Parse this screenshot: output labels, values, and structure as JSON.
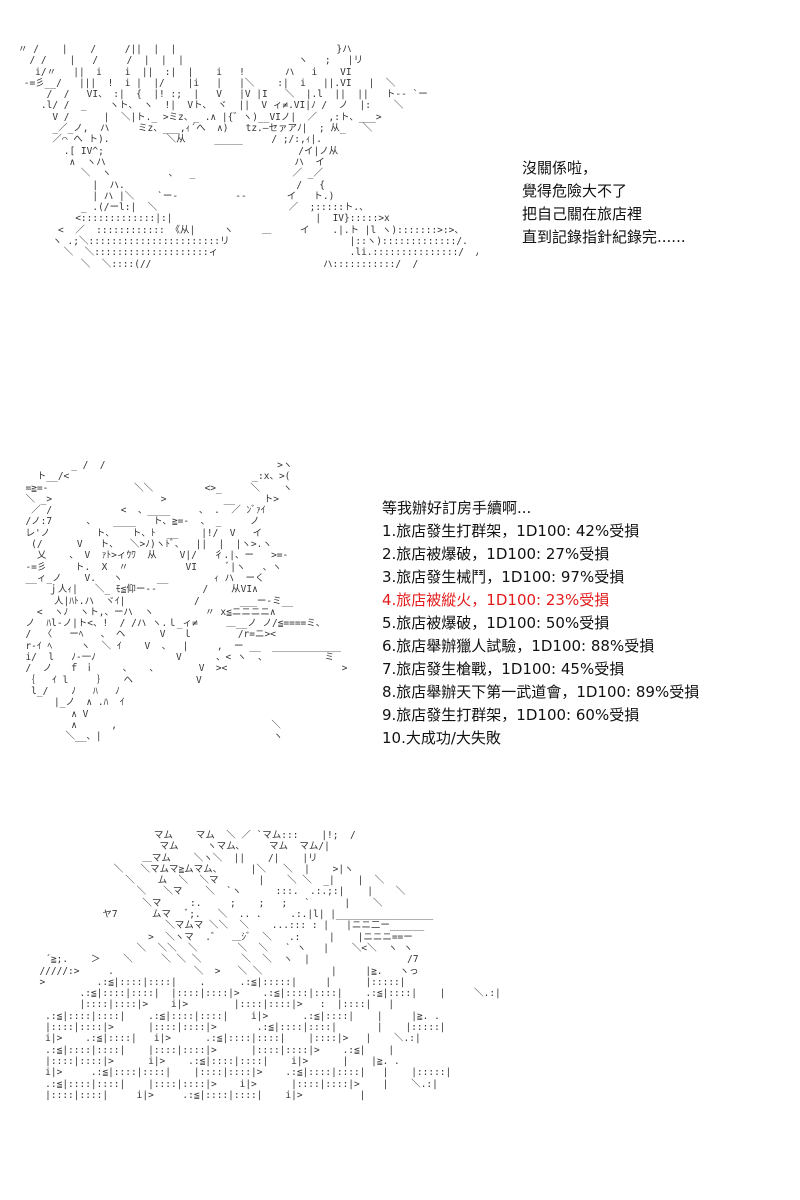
{
  "panel1": {
    "art": "〃 /    |    /     /||  |  |                            }ハ\n  / /    |   /     /  |  |  |                    ヽ   ;   |リ\n   i/〃   ||  i    i  ||  :|  |    i   !       ハ   i    VI\n -=彡__/   |||  !  i |  |/    |i   |   |＼    :|  i   ||.VI   |  ＼\n     /  /   VI、 :|  {  |! :;  |   V   |V |I   ＼  |.l  ||  ||   ト-‐ `ー\n    .l/ /  _    ヽト、 ヽ  !|  Vト、 ヾ  ||  V ィ≠.VI|ﾉ /  ノ  |:    ＼\n      V /      |  ＼|ト._ >ミz、_ .∧ |{゛ヽ)__VIノ|  ／  ,:ト、___>\n      _／_ノ,  ハ     ミz、___,ｨ´へ  ∧)   tz.―セァアﾉ|  ; 从_   ＼\n      ／⌒ へ ト).          ＼从     _____     / ;/:,ｨ|.\n        .[ IV^;                                  /イ|ノ从\n         ∧  ヽハ                                 ハ  イ\n           ＼  ヽ          、  _                 ／ _／\n             |  ハ.                              /   {\n             | ハ |＼    `ー-          ‐‐       イ   ト.)\n           _ .(/ーl:|  ＼                       ／  ;:::::ト.、\n          <:::::::::::::|:|                         |  IV}:::::>x\n       <  ／  :::::::::::: 《从|     ヽ     ＿     イ    .|.ト |l ヽ):::::::>:>、\n      ヽ .;＼:::::::::::::::::::::::リ                     |::ヽ):::::::::::::/.  ／\n        ＼  ＼::::::::::::::::::::ィ                       .li.:::::::::::::::/  /\n           ＼  ＼::::(//                              ハ:::::::::::/  /",
    "speech_lines": [
      "沒關係啦，",
      "覺得危險大不了",
      "把自己關在旅店裡",
      "直到記錄指針紀錄完......"
    ]
  },
  "panel2": {
    "art": "          _ /  /                              >ヽ\n    ト__/<                                _:x、>(\n  =≧=-               ＼＼         <>_     ＼    ヽ\n  ＼ _>                   >          __     ト>\n   ／ /            <  、____     、 .  ／ ﾝﾞｧｲ\n  /ノ:7      、   ____   ト、≧=-  、 _     ノ\n  レ'ノ        ト、   ト、ﾄ  __    |!/  V   イ\n   (/      V   ト、  ＼>ﾉ)ヽﾄﾞ、  ||  |  |ヽ>.ヽ\n    乂    、 V  ｧﾄ>ィｳﾜ  从    V|/   彳.|、ー   >=-\n  -=彡     ト.  X  〃          VI     ﾞ|ヽ   、ヽ\n  __ィ_ノ    V.   ヽ      __        ｨ ハ  ーく\n      ｊ人ｨ|   ＼_ ﾓ≦仰ー‐-        /    从VI∧\n       人|ﾊﾄ.ハ  ヾｲ|            /       ___ー-ミ__\n    <  ヽﾉ  ヽト,、ーハ  ヽ         〃 x≦ニニニニ∧\n  ノ  ﾊl-ノ|ト<、!  / /ハ ヽ.ｌ_ィ≠     ＿__ノ ノ/≦====ミ、\n  /  〈   ーﾍ   、 ヘ      V   ｌ        /r=ニ><\n  r-ｲ ﾍ     ヽ  ＼ ｲ    V  、  |     ,  ー __  ____________\n  i/  l   ﾉ-一ﾉ              V      、< ヽ  、          ミ\n  /  ノ   ｆ ｉ     、   、       V  ><                    >\n  ｛   ｲ l     ｝   ヘ           V\n   l_/    ﾉ   ﾊ   ﾉ\n       |_ノ  ∧ .ﾊ  ｲ\n          ∧ V\n          ∧      ,                           ＼\n         ＼__、|                              ヽ",
    "intro": "等我辦好訂房手續啊...",
    "options": [
      "1.旅店發生打群架，1D100:  42%受損",
      "2.旅店被爆破，1D100:  27%受損",
      "3.旅店發生械鬥，1D100:  97%受損",
      "4.旅店被縱火，1D100:  23%受損",
      "5.旅店被爆破，1D100:  50%受損",
      "6.旅店舉辦獵人試驗，1D100:  88%受損",
      "7.旅店發生槍戰，1D100:  45%受損",
      "8.旅店舉辦天下第一武道會，1D100:  89%受損",
      "9.旅店發生打群架，1D100:  60%受損",
      "10.大成功/大失敗"
    ],
    "highlight_color": "#e31b1b"
  },
  "panel3": {
    "art": "                      マム    マム  ＼ ／ `マム:::    |!;  /\n                       マム     ヽマム､     マム  マム/|\n                    ＿マム    ＼ヽ＼  ||    /|    |リ\n               ＼   ＼マムマ≧ムマム、     |＼   ＼  |    >|ヽ\n                 ＼    ム  ＼  ＼マ       |    ＼ ＼  _|    |  ＼\n                   ＼   ＼マ    ＼  `ヽ      :::.  .:.;:|    |    ＼\n                    ＼マ     :.     ;    ;   ;   `      |    ＼\n             ヤ7      ムマ   ﾞ;.   ＼  .. .     .:.|l| |_________________\n                        ＼マムマ ＼＼  ＼    ...::: : |   |ニニ二ー______\n                     >  ＼ヽマ  .゛  ＿ｼﾞ  ＼   .:     |    |ニニニ==ー\n                   ＼  ＼＼  ＼       ＼  ＼   ` ヽ   |    ＼<＼  ヽ ヽ\n   ´≧;.    ＞    ＼     ＼ ＼ ＼       ＼  ＼  ヽ  |                 /7\n  /////:>     .              ＼  >   ＼ ＼            |     |≧.   ヽっ\n  >         .:≦|::::|::::|    .      .:≦|:::::|     |      |:::::|\n         .:≦|::::|::::|  |::::|::::|>    .:≦|::::|::::|    .:≦|::::|    |     ＼.:|\n         |::::|::::|>    i|>        |::::|::::|>   :  |::::|   |\n   .:≦|::::|::::|    .:≦|::::|::::|    i|>      .:≦|::::|    |     |≧. .\n   |::::|::::|>      |::::|::::|>       .:≦|::::|::::|       |    |:::::|\n   i|>    .:≦|::::|   i|>      .:≦|::::|::::|    |::::|>   |    ＼.:|\n   .:≦|::::|::::|    |::::|::::|>      |::::|::::|>    .:≦|    |\n   |::::|::::|>      i|>    .:≦|::::|::::|    i|>      |    |≧. .\n   i|>     .:≦|::::|::::|    |::::|::::|>    .:≦|::::|::::|   |    |:::::|\n   .:≦|::::|::::|    |::::|::::|>    i|>      |::::|::::|>    |    ＼.:|\n   |::::|::::|     i|>     .:≦|::::|::::|    i|>          |"
  }
}
